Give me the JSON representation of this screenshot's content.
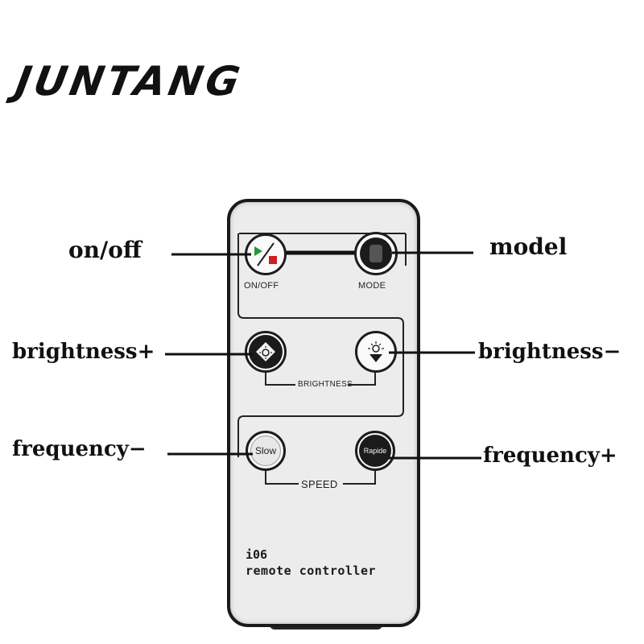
{
  "brand": {
    "name": "JUNTANG"
  },
  "remote": {
    "buttons": {
      "onoff": {
        "label": "ON/OFF",
        "icon": "play-stop-icon"
      },
      "mode": {
        "label": "MODE",
        "icon": "dark-square-icon"
      },
      "brightness_up": {
        "icon": "sun-up-icon"
      },
      "brightness_down": {
        "icon": "sun-down-icon"
      },
      "slow": {
        "label": "Slow"
      },
      "rapide": {
        "label": "Rapide"
      }
    },
    "group_labels": {
      "brightness": "BRIGHTNESS",
      "speed": "SPEED"
    },
    "footer": {
      "model": "i06",
      "name": "remote controller"
    }
  },
  "callouts": {
    "onoff": "on/off",
    "model": "model",
    "brightness_plus": "brightness+",
    "brightness_minus": "brightness−",
    "frequency_minus": "frequency−",
    "frequency_plus": "frequency+"
  },
  "colors": {
    "play_green": "#1f9a3a",
    "stop_red": "#d21e1e",
    "button_dark": "#1b1b1b",
    "remote_body": "#ececec"
  }
}
